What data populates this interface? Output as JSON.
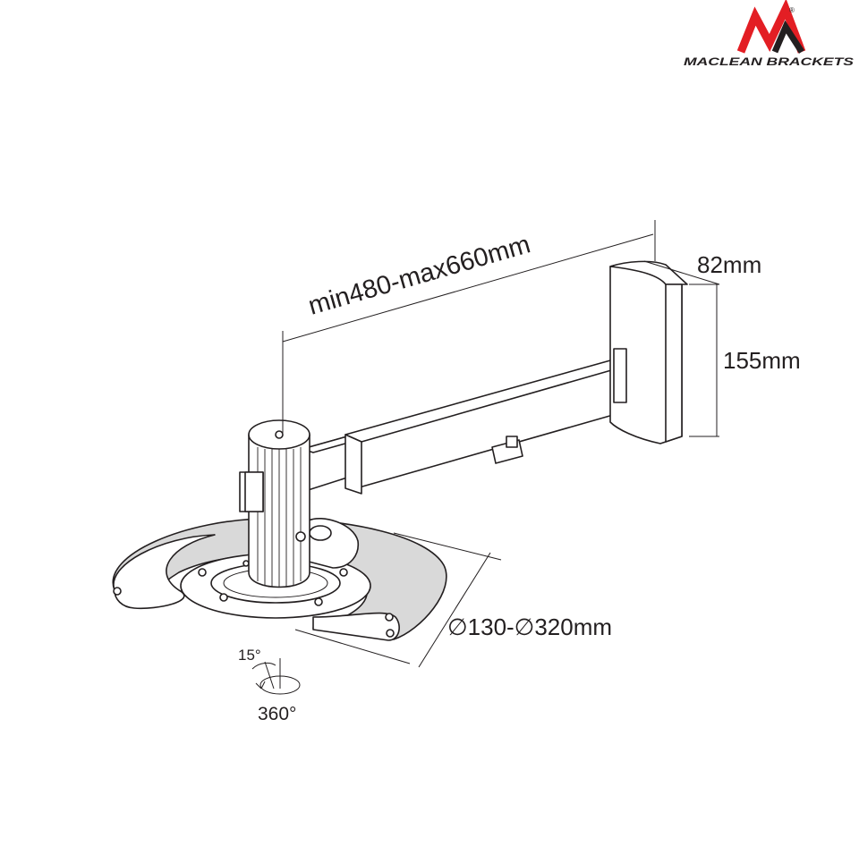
{
  "brand": {
    "name": "MACLEAN BRACKETS",
    "registered_mark": "®",
    "logo_color": "#e31e24"
  },
  "dimensions": {
    "arm_length": "min480-max660mm",
    "plate_depth": "82mm",
    "plate_height": "155mm",
    "mount_diameter": "∅130-∅320mm",
    "tilt_angle": "15°",
    "rotation_angle": "360°"
  },
  "colors": {
    "line": "#231f20",
    "shade": "#d9d9d9"
  }
}
